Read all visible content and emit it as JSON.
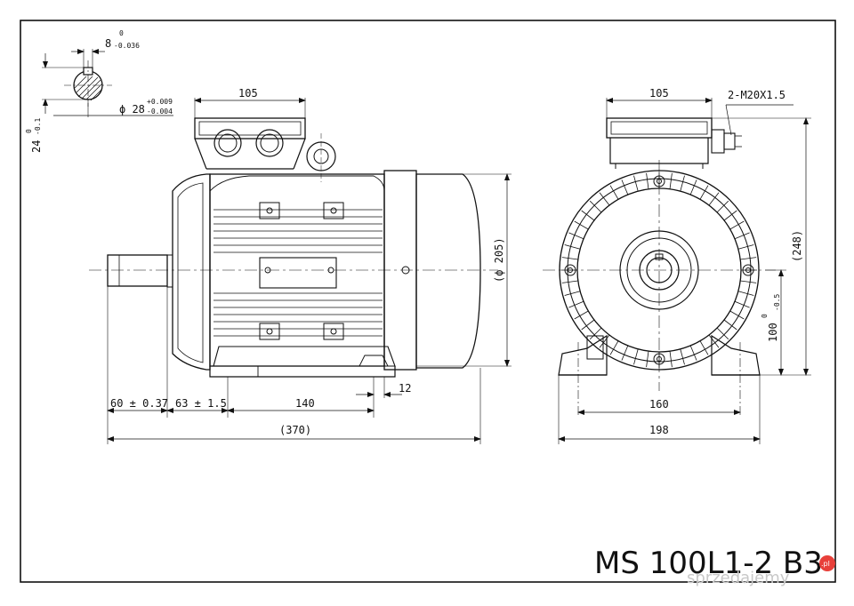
{
  "drawing": {
    "model": "MS 100L1-2 B3",
    "watermark": "sprzedajemy",
    "watermark_badge": ".pl",
    "line_color": "#111111"
  },
  "shaft": {
    "key_width": "8",
    "key_width_tol_upper": "0",
    "key_width_tol_lower": "-0.036",
    "diameter": "ϕ 28",
    "diameter_tol_upper": "+0.009",
    "diameter_tol_lower": "-0.004",
    "key_height": "24",
    "key_height_tol_upper": "0",
    "key_height_tol_lower": "-0.1"
  },
  "side_view": {
    "terminal_box_width": "105",
    "frame_diameter": "(ϕ 205)",
    "foot_slot": "12",
    "shaft_length": "60 ± 0.37",
    "shaft_to_foot": "63 ± 1.5",
    "foot_spacing": "140",
    "overall_length": "(370)"
  },
  "front_view": {
    "terminal_box_width": "105",
    "cable_gland": "2-M20X1.5",
    "overall_height": "(248)",
    "shaft_height": "100",
    "shaft_height_tol_upper": "0",
    "shaft_height_tol_lower": "-0.5",
    "foot_hole_spacing": "160",
    "foot_width": "198"
  }
}
